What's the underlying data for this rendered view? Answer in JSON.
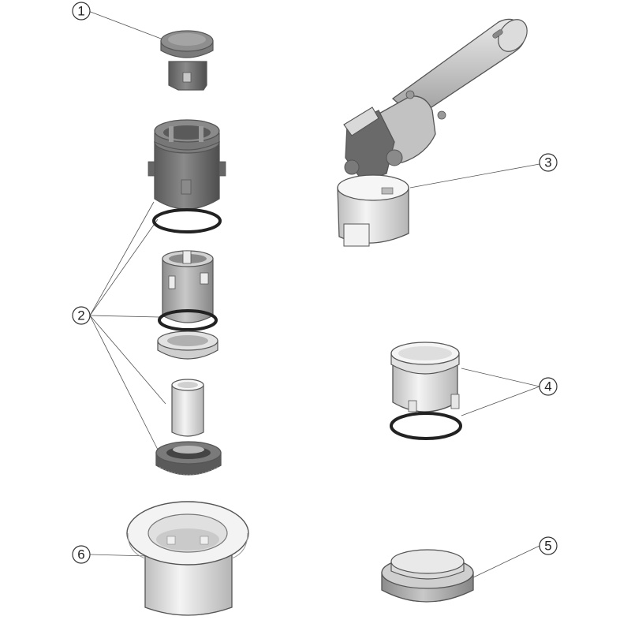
{
  "callouts": {
    "c1": "1",
    "c2": "2",
    "c3": "3",
    "c4": "4",
    "c5": "5",
    "c6": "6"
  },
  "colors": {
    "dark_grey": "#6e6e6e",
    "mid_grey": "#9a9a9a",
    "light_grey": "#d8d8d8",
    "white_part": "#f2f2f2",
    "outline": "#555555",
    "oring": "#222222"
  }
}
